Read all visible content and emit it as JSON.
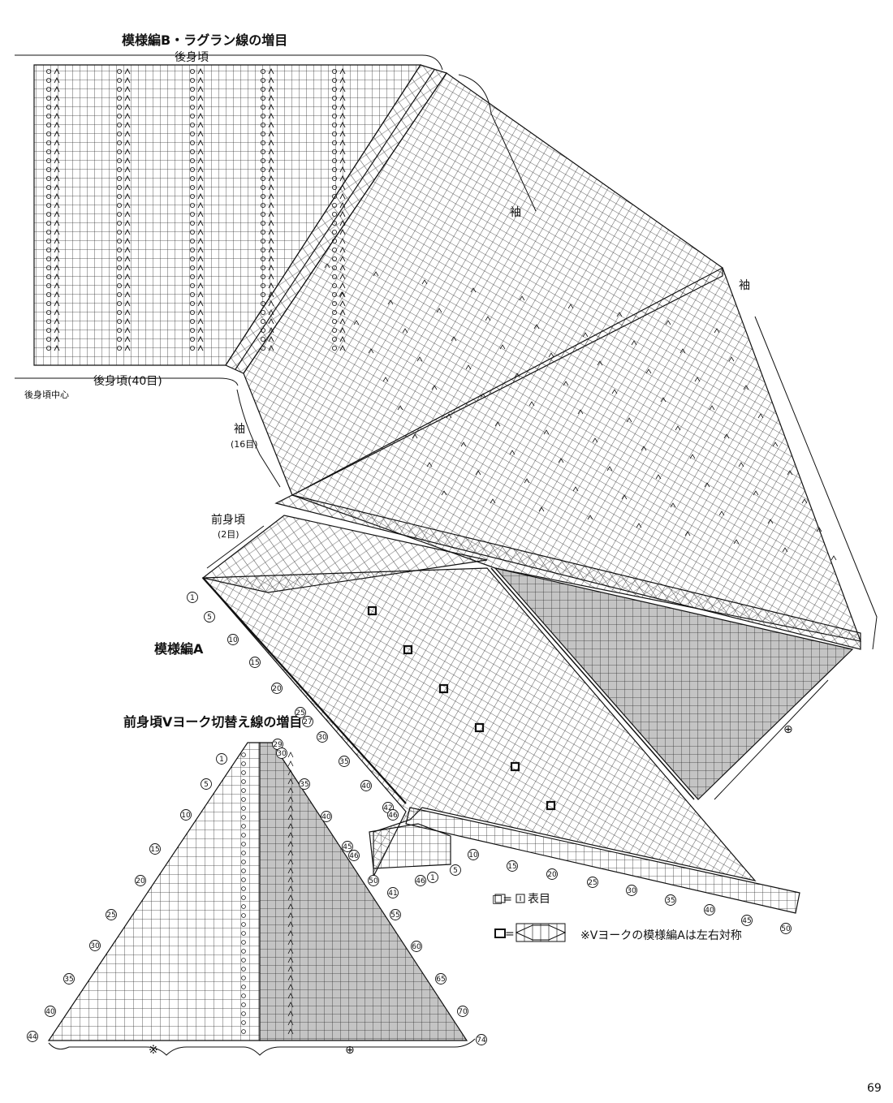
{
  "titles": {
    "raglan_title": "模様編B・ラグラン線の増目",
    "pattern_a": "模様編A",
    "yoke_title": "前身頃Vヨーク切替え線の増目"
  },
  "labels": {
    "back_body_top": "後身頃",
    "back_body_bottom": "後身頃(40目)",
    "back_center": "後身頃中心",
    "sleeve_upper": "袖",
    "sleeve_right": "袖",
    "sleeve_left": "袖",
    "sleeve_left_count": "(16目)",
    "front_body": "前身頃",
    "front_body_count": "(2目)",
    "symmetry_mark": "※",
    "circled_mark": "⊕"
  },
  "row_markers_a": [
    "1",
    "5",
    "10",
    "15",
    "20",
    "25",
    "27",
    "30",
    "35",
    "40",
    "42",
    "46",
    "41",
    "46",
    "1",
    "5"
  ],
  "row_markers_bottom": [
    "10",
    "15",
    "20",
    "25",
    "30",
    "35",
    "40",
    "45",
    "50"
  ],
  "row_markers_yoke_left": [
    "1",
    "5",
    "10",
    "15",
    "20",
    "25",
    "30",
    "35",
    "40",
    "44"
  ],
  "row_markers_yoke_right": [
    "29",
    "30",
    "35",
    "40",
    "45",
    "46",
    "50",
    "55",
    "60",
    "65",
    "70",
    "74"
  ],
  "legend": {
    "knit_eq": "□=",
    "knit_label": "表目",
    "cable_eq": "=",
    "note": "※Vヨークの模様編Aは左右対称"
  },
  "page_number": "69",
  "colors": {
    "ink": "#111111",
    "shade": "#c4c4c4",
    "grid": "#333333"
  }
}
